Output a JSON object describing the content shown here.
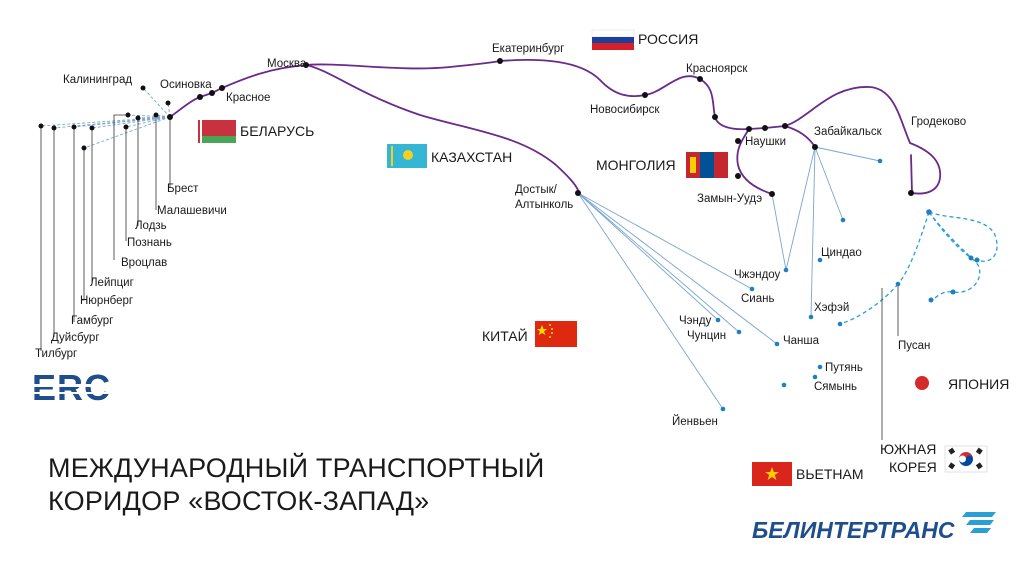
{
  "title": {
    "line1": "МЕЖДУНАРОДНЫЙ ТРАНСПОРТНЫЙ",
    "line2": "КОРИДОР «ВОСТОК-ЗАПАД»"
  },
  "logos": {
    "erc": "ERC",
    "belintertrans": "БЕЛИНТЕРТРАНС"
  },
  "colors": {
    "main_route": "#6a2a8a",
    "branch_line": "#7aa6cf",
    "sea_route": "#2a9fd6",
    "node": "#111111",
    "blue_node": "#1e7fc4",
    "logo_blue": "#1e4e8c",
    "logo_accent": "#2a9fd6"
  },
  "countries": {
    "russia": "РОССИЯ",
    "belarus": "БЕЛАРУСЬ",
    "kazakhstan": "КАЗАХСТАН",
    "mongolia": "МОНГОЛИЯ",
    "china": "КИТАЙ",
    "japan": "ЯПОНИЯ",
    "south_korea_1": "ЮЖНАЯ",
    "south_korea_2": "КОРЕЯ",
    "vietnam": "ВЬЕТНАМ"
  },
  "cities": {
    "kaliningrad": "Калининград",
    "osinovka": "Осиновка",
    "krasnoe": "Красное",
    "moskva": "Москва",
    "ekaterinburg": "Екатеринбург",
    "novosibirsk": "Новосибирск",
    "krasnoyarsk": "Красноярск",
    "naushki": "Наушки",
    "zabaikalsk": "Забайкальск",
    "grodekovo": "Гродеково",
    "zamyn_uude": "Замын-Уудэ",
    "dostyk_1": "Достык/",
    "dostyk_2": "Алтынколь",
    "brest": "Брест",
    "malashevichi": "Малашевичи",
    "lodz": "Лодзь",
    "poznan": "Познань",
    "vroclav": "Вроцлав",
    "leipzig": "Лейпциг",
    "nurnberg": "Нюрнберг",
    "hamburg": "Гамбург",
    "duisburg": "Дуйсбург",
    "tilburg": "Тилбург",
    "qingdao": "Циндао",
    "zhengzhou": "Чжэндоу",
    "xian": "Сиань",
    "hefei": "Хэфэй",
    "chengdu": "Чэнду",
    "chongqing": "Чунцин",
    "changsha": "Чанша",
    "putian": "Путянь",
    "xiamen": "Сямынь",
    "yenbai": "Йенвьен",
    "busan": "Пусан"
  }
}
